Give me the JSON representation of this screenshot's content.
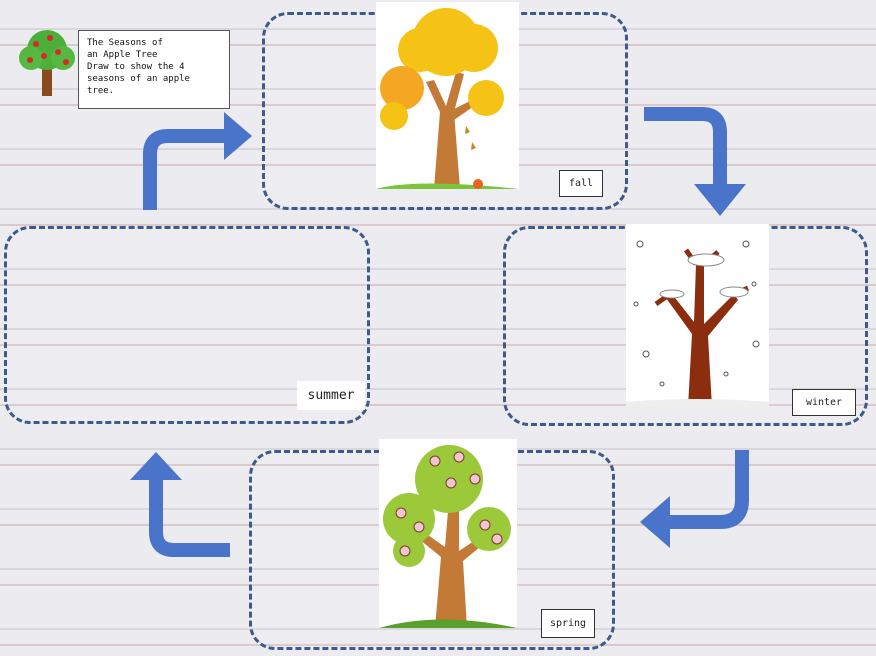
{
  "title_card": {
    "line1": "The Seasons of",
    "line2": "an Apple Tree",
    "line3": "Draw to show the 4",
    "line4": "seasons of an apple tree."
  },
  "labels": {
    "fall": "fall",
    "winter": "winter",
    "spring": "spring",
    "summer": "summer"
  },
  "icons": {
    "logo": "apple-tree-icon",
    "fall_image": "fall-tree-icon",
    "winter_image": "winter-tree-icon",
    "spring_image": "spring-tree-icon"
  },
  "colors": {
    "box_border": "#3d5a8a",
    "arrow": "#4a74c9"
  }
}
